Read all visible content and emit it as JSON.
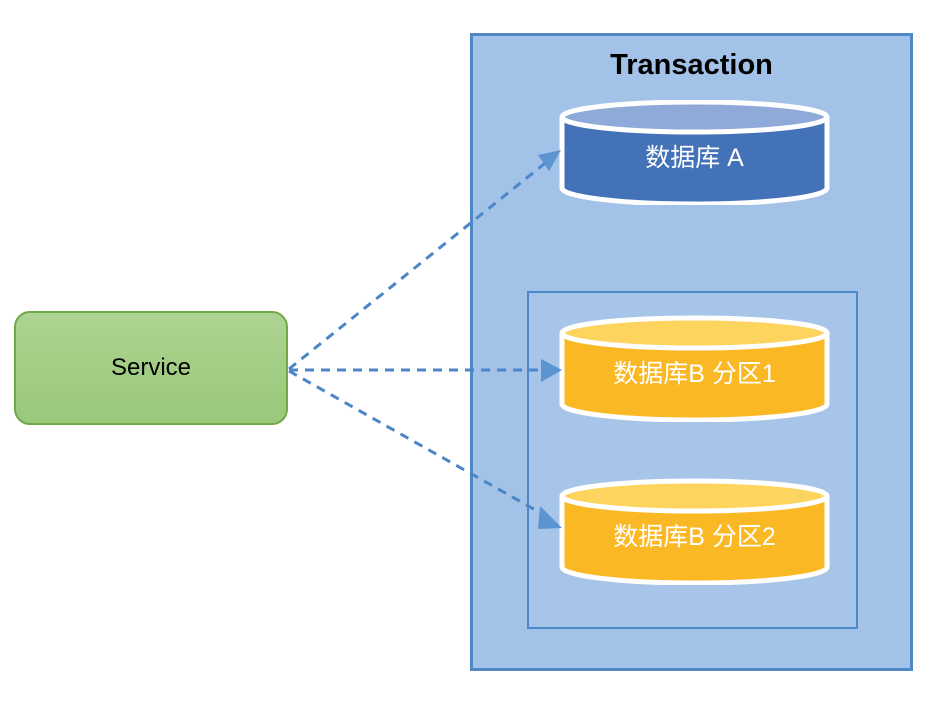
{
  "diagram": {
    "title_visible": false,
    "service": {
      "label": "Service",
      "fill": "#A4CE86",
      "border": "#6FA94A"
    },
    "transaction": {
      "label": "Transaction",
      "fill": "#A3C2E8",
      "border": "#4E87C7"
    },
    "inner_group": {
      "fill": "#A7C5E9",
      "border": "#4E87C7"
    },
    "databases": [
      {
        "id": "db-a",
        "label": "数据库 A",
        "body_color": "#4472B8",
        "top_color": "#8FAAD8",
        "outline": "#FFFFFF"
      },
      {
        "id": "db-b-part-1",
        "label": "数据库B 分区1",
        "body_color": "#FBB825",
        "top_color": "#FDD45E",
        "outline": "#FFFFFF"
      },
      {
        "id": "db-b-part-2",
        "label": "数据库B 分区2",
        "body_color": "#FBB825",
        "top_color": "#FDD45E",
        "outline": "#FFFFFF"
      }
    ],
    "connectors": {
      "style": "dashed",
      "color": "#4A86C8",
      "arrowhead": "triangle",
      "edges": [
        {
          "from": "service",
          "to": "db-a"
        },
        {
          "from": "service",
          "to": "db-b-part-1"
        },
        {
          "from": "service",
          "to": "db-b-part-2"
        }
      ]
    }
  }
}
